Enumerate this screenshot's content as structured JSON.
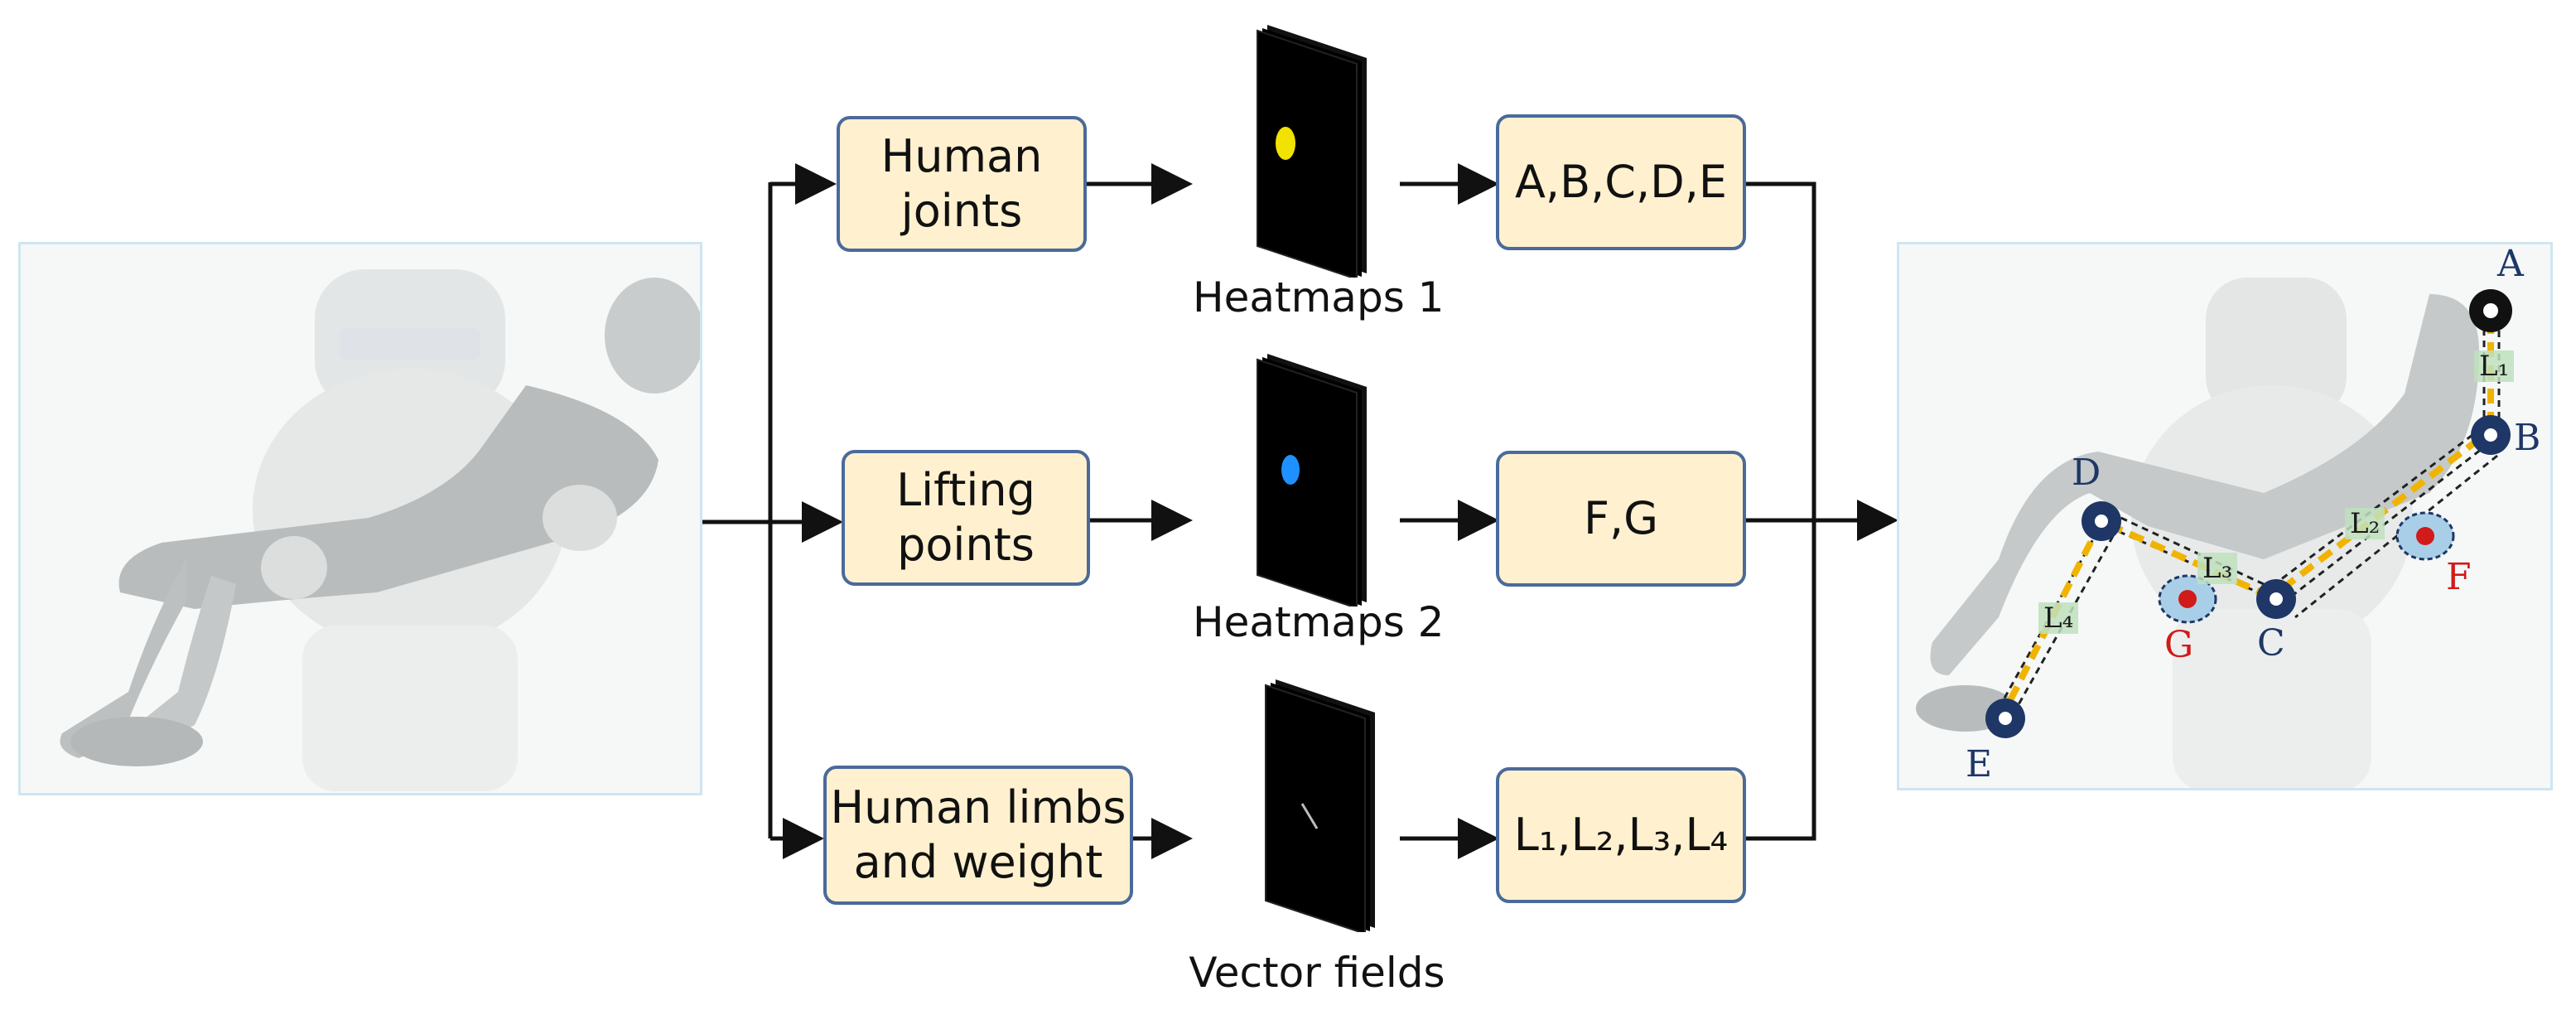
{
  "pipeline": {
    "boxes": {
      "human_joints": "Human\njoints",
      "lifting_points": "Lifting\npoints",
      "human_limbs": "Human limbs\nand weight",
      "out_joints": "A,B,C,D,E",
      "out_lifting": "F,G",
      "out_limbs": "L₁,L₂,L₃,L₄"
    },
    "captions": {
      "heatmaps1": "Heatmaps 1",
      "heatmaps2": "Heatmaps 2",
      "vector_fields": "Vector fields"
    }
  },
  "result": {
    "points": {
      "A": "A",
      "B": "B",
      "C": "C",
      "D": "D",
      "E": "E",
      "F": "F",
      "G": "G"
    },
    "limbs": {
      "L1": "L₁",
      "L2": "L₂",
      "L3": "L₃",
      "L4": "L₄"
    }
  },
  "colors": {
    "box_fill": "#fff1cf",
    "box_border": "#4a6a9a",
    "joint_blue": "#1e3766",
    "lifting_red": "#d11a1a",
    "heatmap_joint": "#f2e200",
    "heatmap_lifting": "#1e90ff",
    "limb_yellow": "#f0b400"
  }
}
